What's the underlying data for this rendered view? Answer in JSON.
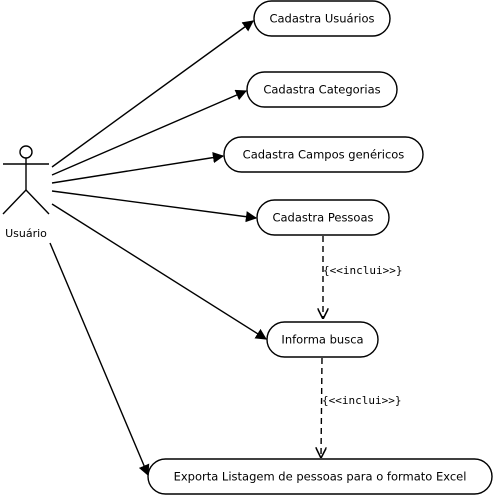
{
  "actor": {
    "name": "Usuário"
  },
  "use_cases": [
    {
      "id": "uc-cadastra-usuarios",
      "label": "Cadastra Usuários"
    },
    {
      "id": "uc-cadastra-categorias",
      "label": "Cadastra Categorias"
    },
    {
      "id": "uc-cadastra-campos",
      "label": "Cadastra Campos genéricos"
    },
    {
      "id": "uc-cadastra-pessoas",
      "label": "Cadastra Pessoas"
    },
    {
      "id": "uc-informa-busca",
      "label": "Informa busca"
    },
    {
      "id": "uc-exporta-listagem",
      "label": "Exporta Listagem de pessoas para o formato Excel"
    }
  ],
  "relations": [
    {
      "label": "{<<inclui>>}"
    },
    {
      "label": "{<<inclui>>}"
    }
  ]
}
